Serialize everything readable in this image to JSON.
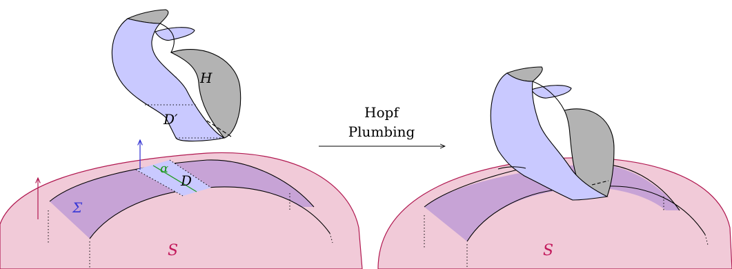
{
  "labels": {
    "H": "H",
    "D_prime": "D′",
    "alpha": "α",
    "D": "D",
    "Sigma": "Σ",
    "S_left": "S",
    "S_right": "S"
  },
  "transition": {
    "line1": "Hopf",
    "line2": "Plumbing"
  },
  "colors": {
    "surface_S_fill": "#f1cad8",
    "surface_S_stroke": "#b0174f",
    "sigma_fill": "#c7a3d6",
    "band_blue": "#c9c9ff",
    "band_gray": "#b3b3b3",
    "label_S": "#c2185b",
    "label_sigma": "#3b3bd6",
    "label_alpha": "#1f9a1f",
    "normal_blue": "#2b2bd0",
    "normal_red": "#b0174f"
  }
}
